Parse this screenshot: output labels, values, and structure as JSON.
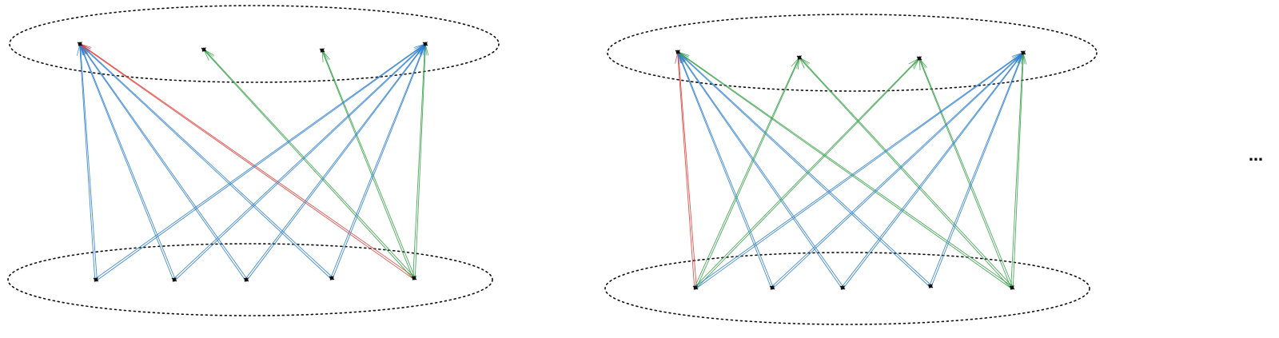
{
  "colors": {
    "blue": "#2f7fd0",
    "green": "#3aa24a",
    "red": "#e0413d",
    "ink": "#111111"
  },
  "continuation": "…",
  "graphs": [
    {
      "name": "graph-1",
      "edges": [
        {
          "from": "b0",
          "to": "t0",
          "color": "blue"
        },
        {
          "from": "b1",
          "to": "t0",
          "color": "blue"
        },
        {
          "from": "b2",
          "to": "t0",
          "color": "blue"
        },
        {
          "from": "b3",
          "to": "t0",
          "color": "blue"
        },
        {
          "from": "b4",
          "to": "t0",
          "color": "red"
        },
        {
          "from": "b4",
          "to": "t1",
          "color": "green"
        },
        {
          "from": "b4",
          "to": "t2",
          "color": "green"
        },
        {
          "from": "b4",
          "to": "t3",
          "color": "green"
        },
        {
          "from": "b0",
          "to": "t3",
          "color": "blue"
        },
        {
          "from": "b1",
          "to": "t3",
          "color": "blue"
        },
        {
          "from": "b2",
          "to": "t3",
          "color": "blue"
        },
        {
          "from": "b3",
          "to": "t3",
          "color": "blue"
        }
      ]
    },
    {
      "name": "graph-2",
      "edges": [
        {
          "from": "b0",
          "to": "t0",
          "color": "red"
        },
        {
          "from": "b1",
          "to": "t0",
          "color": "blue"
        },
        {
          "from": "b2",
          "to": "t0",
          "color": "blue"
        },
        {
          "from": "b3",
          "to": "t0",
          "color": "blue"
        },
        {
          "from": "b4",
          "to": "t0",
          "color": "green"
        },
        {
          "from": "b0",
          "to": "t1",
          "color": "green"
        },
        {
          "from": "b4",
          "to": "t1",
          "color": "green"
        },
        {
          "from": "b0",
          "to": "t2",
          "color": "green"
        },
        {
          "from": "b4",
          "to": "t2",
          "color": "green"
        },
        {
          "from": "b0",
          "to": "t3",
          "color": "blue"
        },
        {
          "from": "b1",
          "to": "t3",
          "color": "blue"
        },
        {
          "from": "b2",
          "to": "t3",
          "color": "blue"
        },
        {
          "from": "b3",
          "to": "t3",
          "color": "blue"
        },
        {
          "from": "b4",
          "to": "t3",
          "color": "green"
        }
      ]
    }
  ]
}
